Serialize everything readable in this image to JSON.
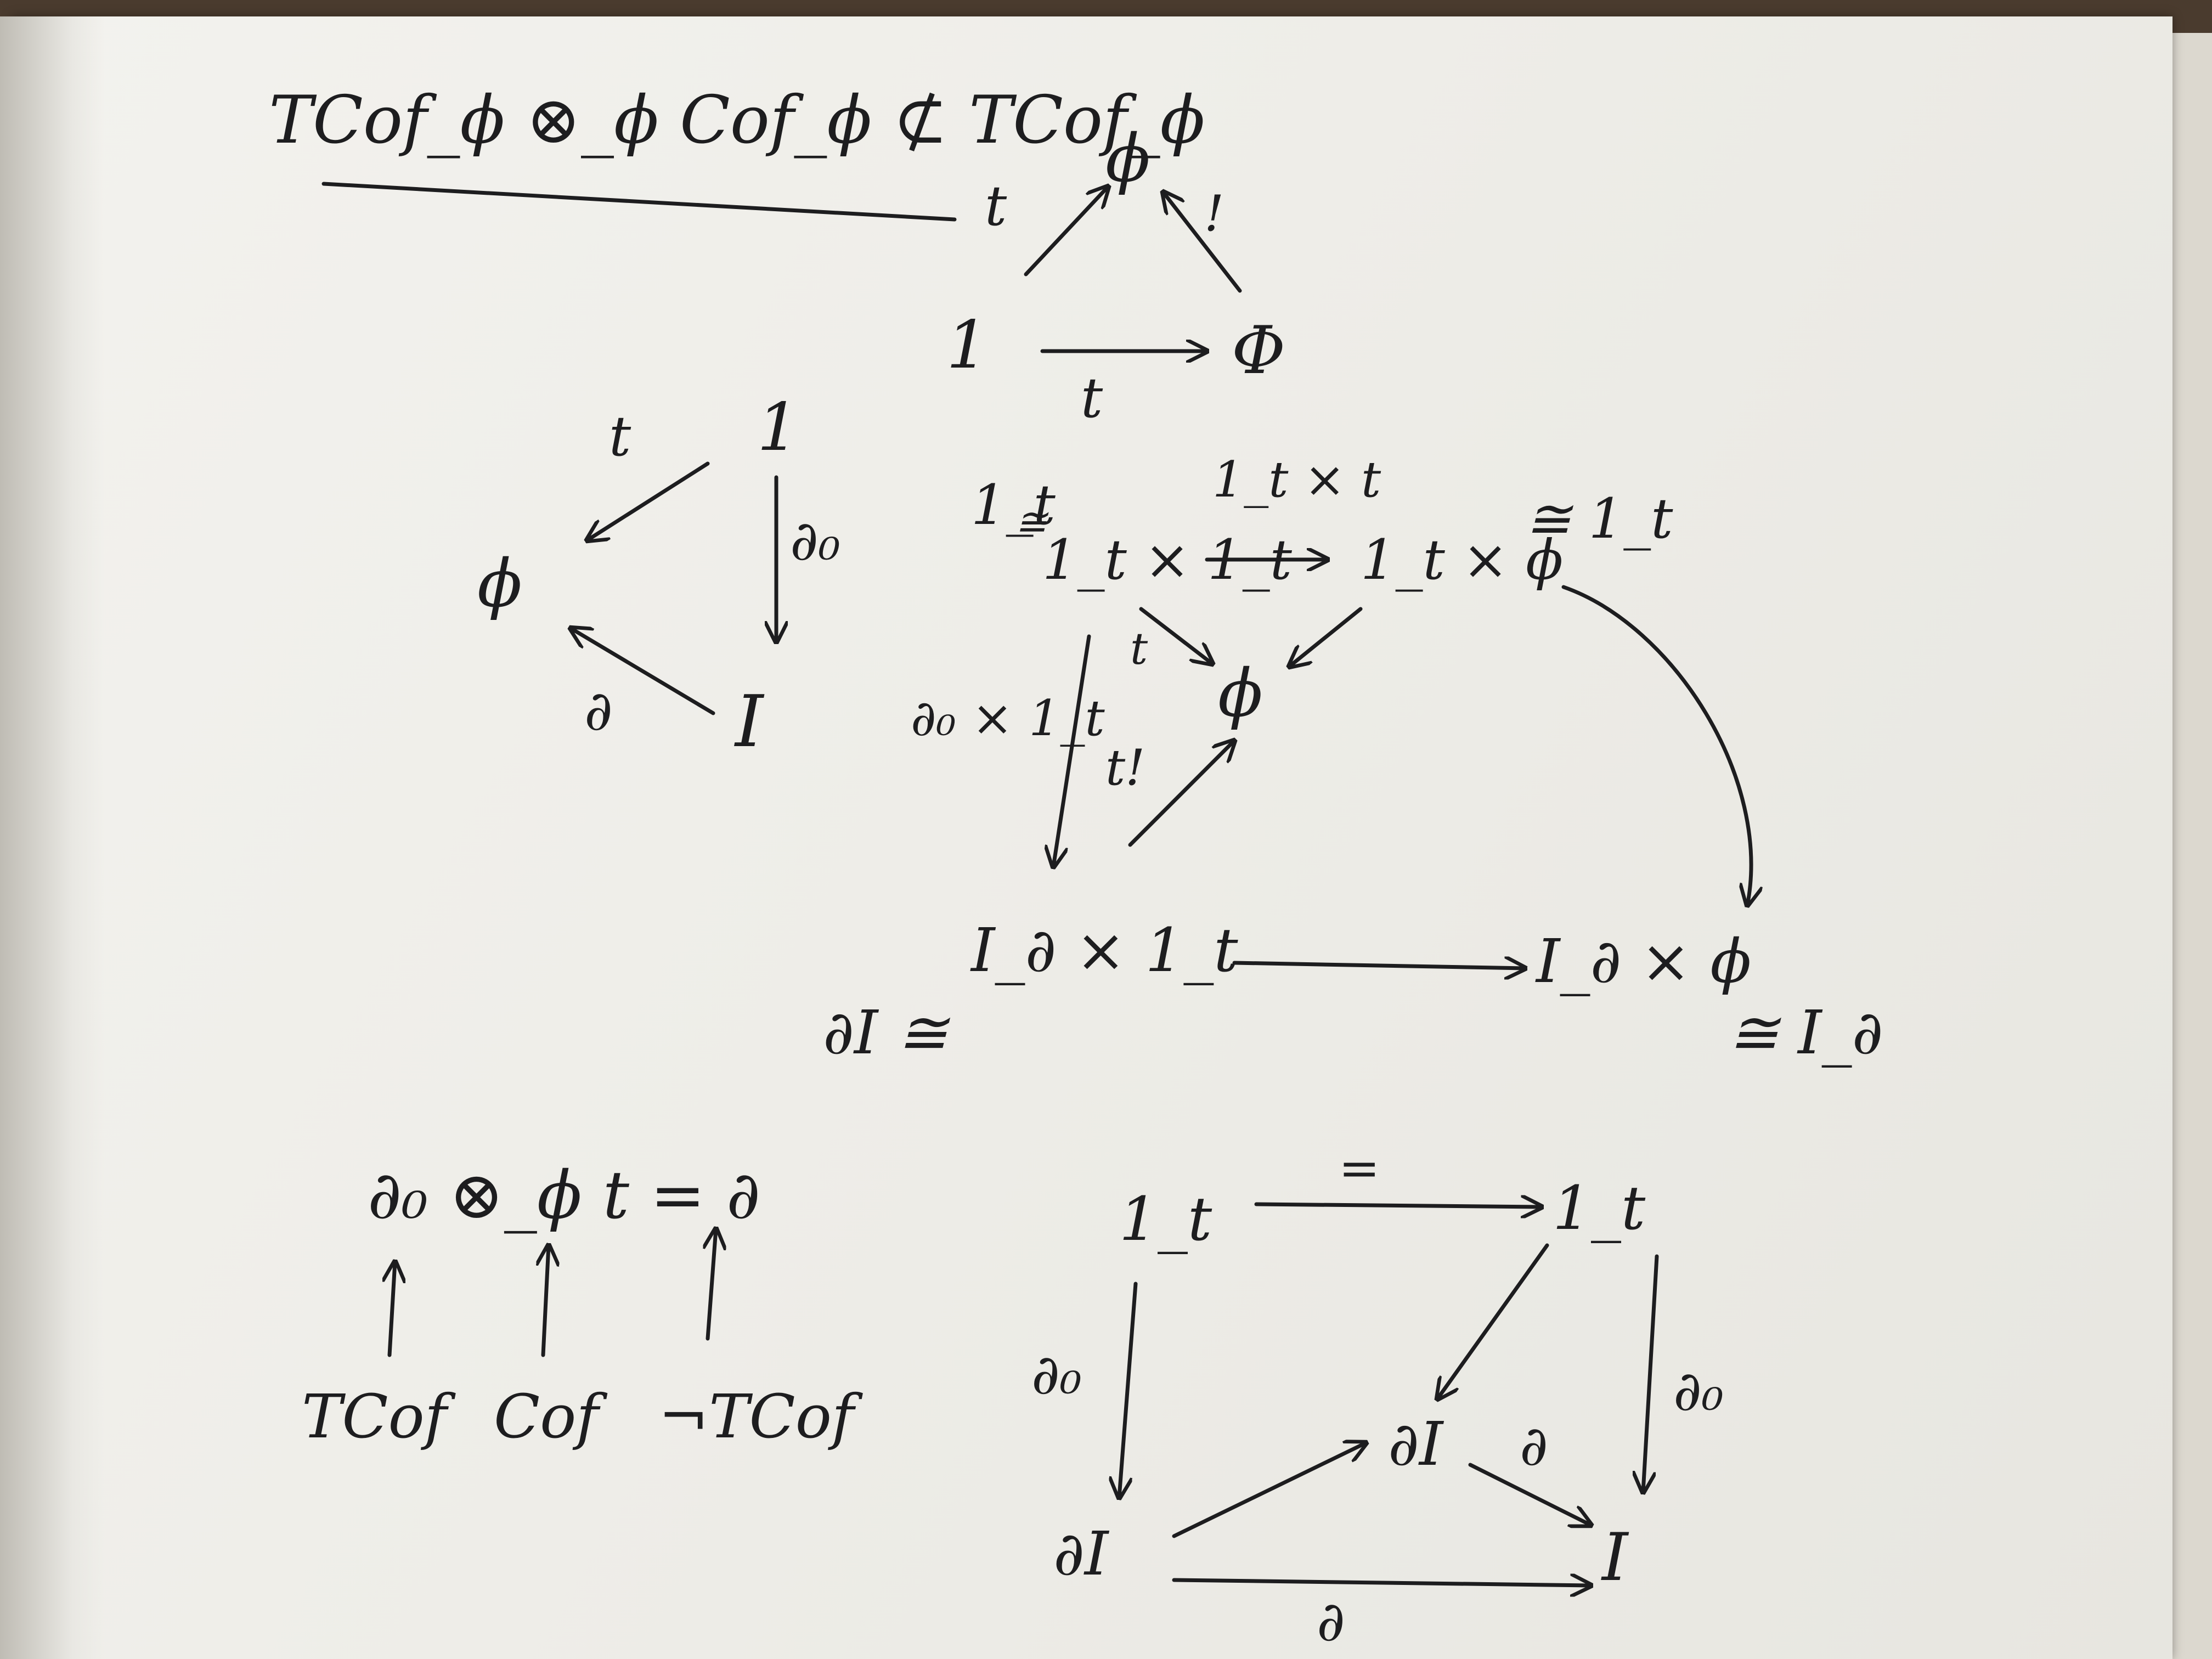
{
  "header": {
    "title": "TCof_ϕ ⊗_ϕ Cof_ϕ ⊄ TCof_ϕ"
  },
  "diagram1": {
    "nodes": {
      "phi": "ϕ",
      "one": "1",
      "Phi": "Φ"
    },
    "edges": {
      "t_diag": "t",
      "bang": "!",
      "t_bottom": "t"
    }
  },
  "diagram2": {
    "nodes": {
      "one": "1",
      "phi": "ϕ",
      "I": "I"
    },
    "edges": {
      "t": "t",
      "d0": "∂₀",
      "d": "∂"
    }
  },
  "diagram3": {
    "nodes": {
      "one_t": "1_t",
      "eq1": "≅",
      "prod_tl": "1_t × 1_t",
      "prod_tr": "1_t × ϕ",
      "eq_tr": "≅ 1_t",
      "phi": "ϕ",
      "prod_bl": "I_∂ × 1_t",
      "eq_bl": "∂I ≅",
      "prod_br": "I_∂ × ϕ",
      "eq_br": "≅ I_∂"
    },
    "edges": {
      "top": "1_t × t",
      "t": "t",
      "d0x1": "∂₀ × 1_t",
      "tbang": "t!"
    }
  },
  "equation": {
    "lhs": "∂₀ ⊗_ϕ t = ∂",
    "labels": [
      "TCof",
      "Cof",
      "¬TCof"
    ]
  },
  "cube": {
    "nodes": {
      "tl": "1_t",
      "tr": "1_t",
      "mid": "∂I",
      "bl": "∂I",
      "br": "I"
    },
    "edges": {
      "top": "=",
      "left": "∂₀",
      "right": "∂₀",
      "mid_to_br": "∂",
      "bottom": "∂"
    }
  }
}
